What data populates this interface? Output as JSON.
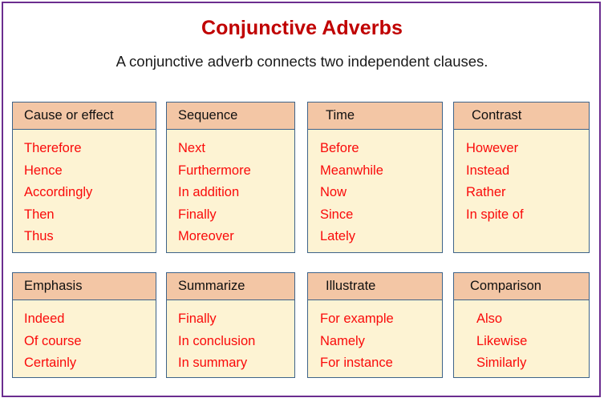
{
  "page": {
    "title": "Conjunctive Adverbs",
    "subtitle": "A conjunctive adverb connects two independent clauses.",
    "title_color": "#C00000",
    "item_color": "#FA0A0A",
    "header_bg": "#F3C6A5",
    "body_bg": "#FDF3D3",
    "card_border": "#3E6389",
    "frame_border": "#6B2D8F"
  },
  "cards": [
    {
      "header": "Cause or effect",
      "items": [
        "Therefore",
        "Hence",
        "Accordingly",
        "Then",
        "Thus"
      ]
    },
    {
      "header": "Sequence",
      "items": [
        "Next",
        "Furthermore",
        "In addition",
        "Finally",
        "Moreover"
      ]
    },
    {
      "header": "Time",
      "items": [
        "Before",
        "Meanwhile",
        "Now",
        "Since",
        "Lately"
      ]
    },
    {
      "header": "Contrast",
      "items": [
        "However",
        "Instead",
        "Rather",
        "In spite of"
      ]
    },
    {
      "header": "Emphasis",
      "items": [
        "Indeed",
        "Of course",
        "Certainly"
      ]
    },
    {
      "header": "Summarize",
      "items": [
        "Finally",
        "In conclusion",
        "In summary"
      ]
    },
    {
      "header": "Illustrate",
      "items": [
        "For example",
        "Namely",
        "For instance"
      ]
    },
    {
      "header": "Comparison",
      "items": [
        "Also",
        "Likewise",
        "Similarly"
      ]
    }
  ]
}
